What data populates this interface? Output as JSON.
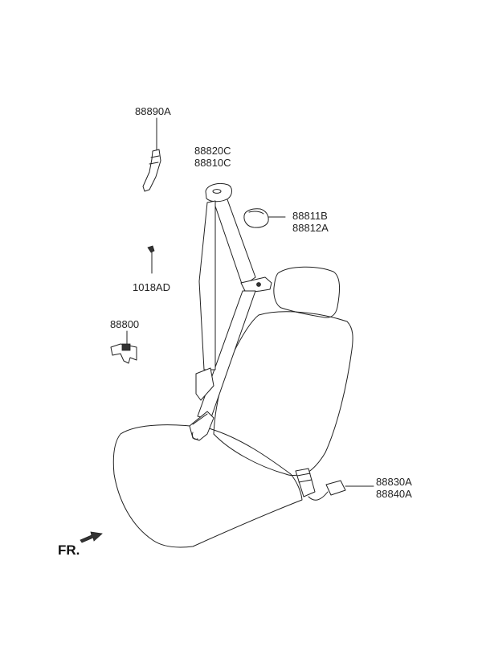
{
  "diagram": {
    "labels": {
      "p88890A": "88890A",
      "p88820C": "88820C",
      "p88810C": "88810C",
      "p88811B": "88811B",
      "p88812A": "88812A",
      "p1018AD": "1018AD",
      "p88800": "88800",
      "p88830A": "88830A",
      "p88840A": "88840A"
    },
    "direction": "FR."
  }
}
